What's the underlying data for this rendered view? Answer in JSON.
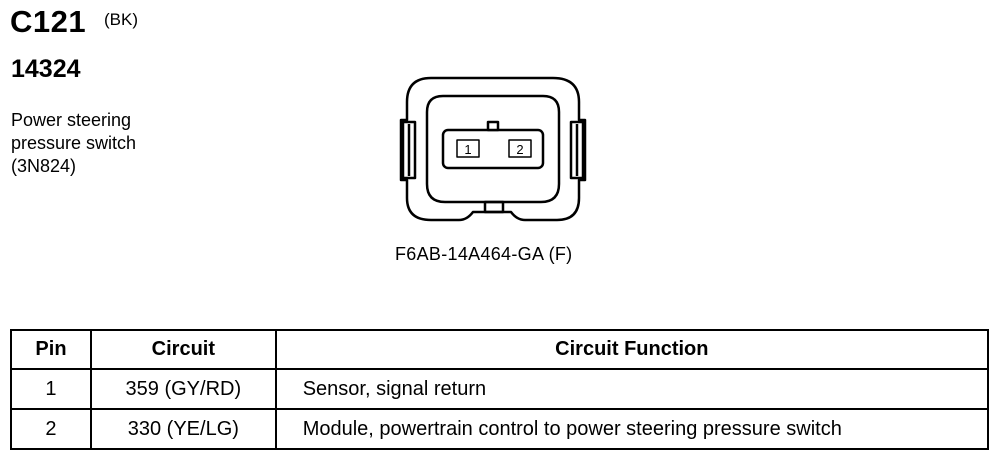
{
  "connector": {
    "id": "C121",
    "color": "(BK)",
    "part_number": "14324",
    "description": [
      "Power steering",
      "pressure switch",
      "(3N824)"
    ],
    "connector_part": "F6AB-14A464-GA (F)",
    "cavities": [
      "1",
      "2"
    ]
  },
  "table": {
    "headers": {
      "pin": "Pin",
      "circuit": "Circuit",
      "function": "Circuit Function"
    },
    "rows": [
      {
        "pin": "1",
        "circuit": "359 (GY/RD)",
        "function": "Sensor, signal return"
      },
      {
        "pin": "2",
        "circuit": "330 (YE/LG)",
        "function": "Module, powertrain control to power steering pressure switch"
      }
    ]
  }
}
